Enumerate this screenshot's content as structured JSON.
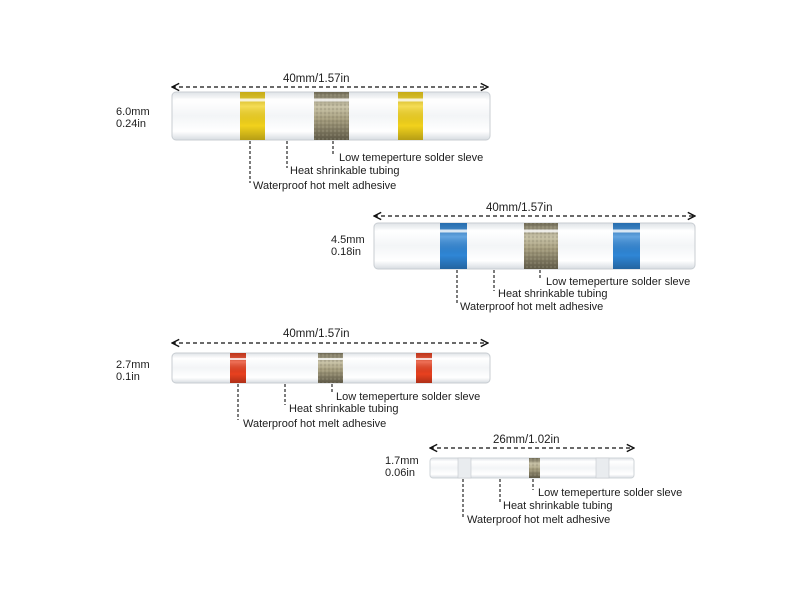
{
  "connectors": [
    {
      "length_label": "40mm/1.57in",
      "diameter_mm": "6.0mm",
      "diameter_in": "0.24in",
      "ring_color": "#f2d21c",
      "callouts": {
        "solder": "Low temeperture solder sleve",
        "tubing": "Heat shrinkable tubing",
        "adhesive": "Waterproof hot melt adhesive"
      }
    },
    {
      "length_label": "40mm/1.57in",
      "diameter_mm": "4.5mm",
      "diameter_in": "0.18in",
      "ring_color": "#2f86d6",
      "callouts": {
        "solder": "Low temeperture solder sleve",
        "tubing": "Heat shrinkable tubing",
        "adhesive": "Waterproof hot melt adhesive"
      }
    },
    {
      "length_label": "40mm/1.57in",
      "diameter_mm": "2.7mm",
      "diameter_in": "0.1in",
      "ring_color": "#e8401f",
      "callouts": {
        "solder": "Low temeperture solder sleve",
        "tubing": "Heat shrinkable tubing",
        "adhesive": "Waterproof hot melt adhesive"
      }
    },
    {
      "length_label": "26mm/1.02in",
      "diameter_mm": "1.7mm",
      "diameter_in": "0.06in",
      "ring_color": "#e9ecef",
      "callouts": {
        "solder": "Low temeperture solder sleve",
        "tubing": "Heat shrinkable tubing",
        "adhesive": "Waterproof hot melt adhesive"
      }
    }
  ]
}
